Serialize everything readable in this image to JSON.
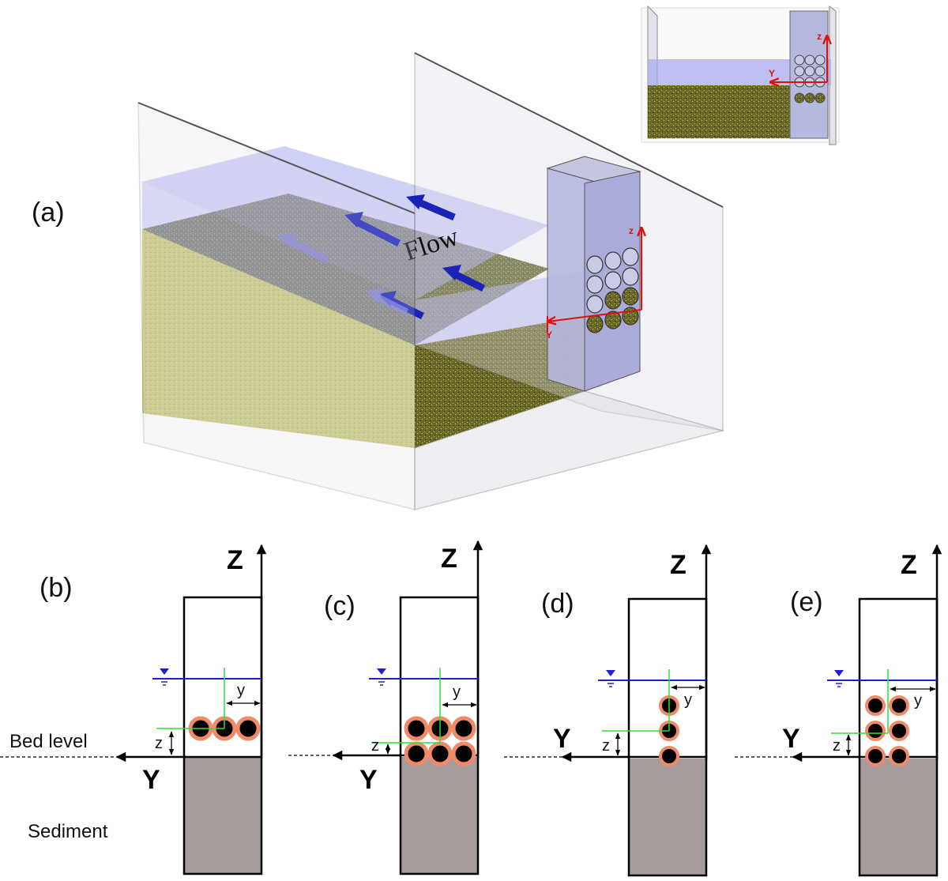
{
  "panels": {
    "a": "(a)",
    "b": "(b)",
    "c": "(c)",
    "d": "(d)",
    "e": "(e)"
  },
  "flow_label": "Flow",
  "axes": {
    "z_upper": "Z",
    "y_upper": "Y",
    "z_lower": "z",
    "y_lower": "y"
  },
  "labels": {
    "bed_level": "Bed level",
    "sediment": "Sediment"
  },
  "colors": {
    "water": "#a9acee",
    "sediment_top": "#6b6a2a",
    "sediment_side": "#bcbc5a",
    "sediment_section": "#a69c9c",
    "pipe_fill": "#000000",
    "pipe_ring": "#f08a68",
    "water_line": "#2020d0",
    "guide_line": "#33dd33",
    "local_axes": "#e01010",
    "flow_arrow": "#1a22b8"
  },
  "configurations": [
    {
      "panel": "b",
      "rows": 1,
      "cols": 3
    },
    {
      "panel": "c",
      "rows": 2,
      "cols": 3
    },
    {
      "panel": "d",
      "rows": 3,
      "cols": 1
    },
    {
      "panel": "e",
      "rows": 3,
      "cols": 2
    }
  ]
}
